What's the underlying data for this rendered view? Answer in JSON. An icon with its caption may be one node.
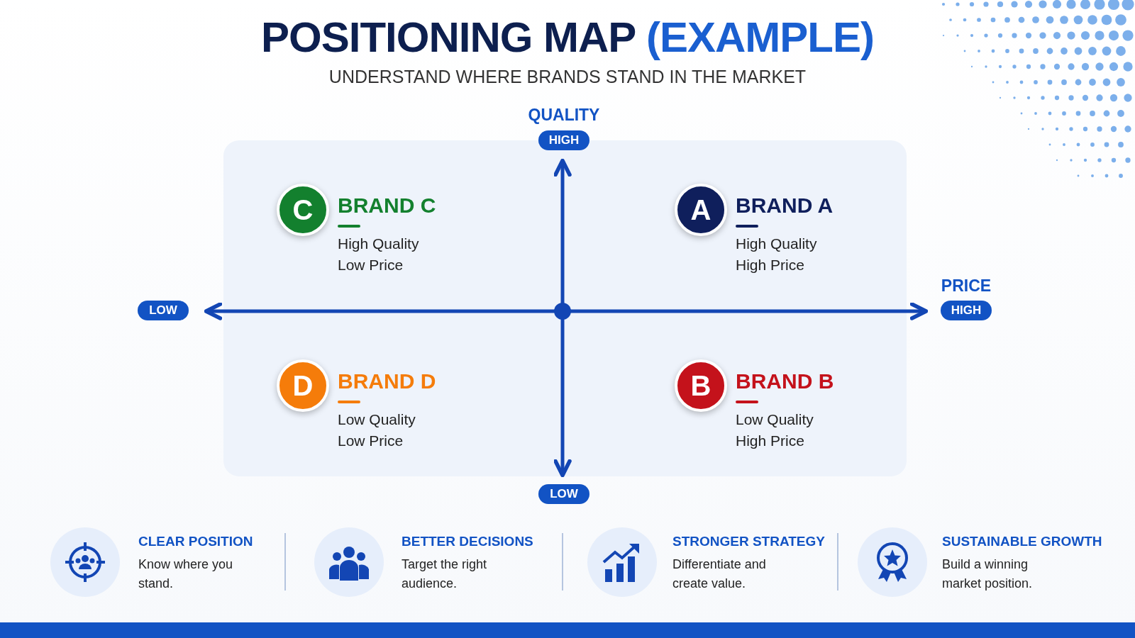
{
  "diagram": {
    "title": "POSITIONING MAP (EXAMPLE)",
    "nodes": [
      {
        "text": [
          "C",
          "BRAND C",
          "High Quality Low Price"
        ]
      },
      {
        "text": [
          "A",
          "BRAND A",
          "High Quality High Price"
        ]
      },
      {
        "text": [
          "D",
          "BRAND D",
          "Low Quality Low Price"
        ]
      },
      {
        "text": [
          "B",
          "BRAND B",
          "Low Quality High Price"
        ]
      }
    ],
    "edges": [],
    "labels": [
      "UNDERSTAND WHERE BRANDS STAND IN THE MARKET",
      "QUALITY",
      "HIGH",
      "LOW",
      "PRICE",
      "HIGH",
      "LOW",
      "CLEAR POSITION",
      "Know where you stand.",
      "BETTER DECISIONS",
      "Target the right audience.",
      "STRONGER STRATEGY",
      "Differentiate and create value.",
      "SUSTAINABLE GROWTH",
      "Build a winning market position."
    ]
  }
}
